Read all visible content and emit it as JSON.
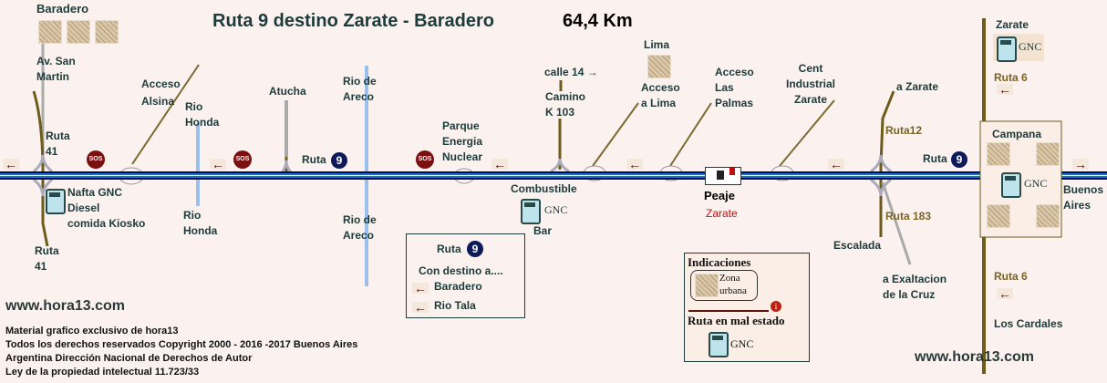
{
  "title": "Ruta 9 destino Zarate - Baradero",
  "distance": "64,4 Km",
  "labels": {
    "baradero": "Baradero",
    "av_san_martin": "Av. San\nMartin",
    "ruta41_top": "Ruta\n41",
    "ruta41_bottom": "Ruta\n41",
    "nafta": "Nafta GNC\nDiesel\ncomida Kiosko",
    "acceso_alsina": "Acceso\nAlsina",
    "rio_honda_top": "Rio\nHonda",
    "rio_honda_bottom": "Rio\nHonda",
    "atucha": "Atucha",
    "ruta9_left": "Ruta",
    "rio_areco_top": "Rio de\nAreco",
    "rio_areco_bottom": "Rio de\nAreco",
    "parque": "Parque\nEnergia\nNuclear",
    "calle14": "calle 14 →",
    "camino": "Camino\nK 103",
    "combustible": "Combustible",
    "bar": "Bar",
    "gnc": "GNC",
    "lima": "Lima",
    "acceso_lima": "Acceso\na Lima",
    "acceso_palmas": "Acceso\nLas\nPalmas",
    "peaje": "Peaje",
    "peaje_zarate": "Zarate",
    "cent": "Cent\nIndustrial\nZarate",
    "a_zarate": "a Zarate",
    "ruta12": "Ruta12",
    "ruta9_right": "Ruta",
    "ruta183": "Ruta 183",
    "escalada": "Escalada",
    "exaltacion": "a Exaltacion\nde la Cruz",
    "zarate": "Zarate",
    "ruta6_top": "Ruta 6",
    "campana": "Campana",
    "buenos_aires": "Buenos\nAires",
    "ruta6_bottom": "Ruta 6",
    "cardales": "Los Cardales",
    "sos": "SOS",
    "nine": "9",
    "arrow_left": "←",
    "arrow_right": "→"
  },
  "destino_box": {
    "ruta": "Ruta",
    "nine": "9",
    "heading": "Con destino a....",
    "items": [
      "Baradero",
      "Rio Tala"
    ]
  },
  "legend": {
    "title": "Indicaciones",
    "urbana": "Zona\nurbana",
    "mal_estado": "Ruta en mal estado",
    "gnc": "GNC",
    "info": "i"
  },
  "footer": {
    "site_left": "www.hora13.com",
    "site_right": "www.hora13.com",
    "lines": [
      "Material grafico exclusivo de hora13",
      "Todos los derechos reservados Copyright 2000 - 2016 -2017 Buenos Aires",
      "Argentina Dirección Nacional de Derechos de Autor",
      "Ley de la propiedad intelectual 11.723/33"
    ]
  }
}
